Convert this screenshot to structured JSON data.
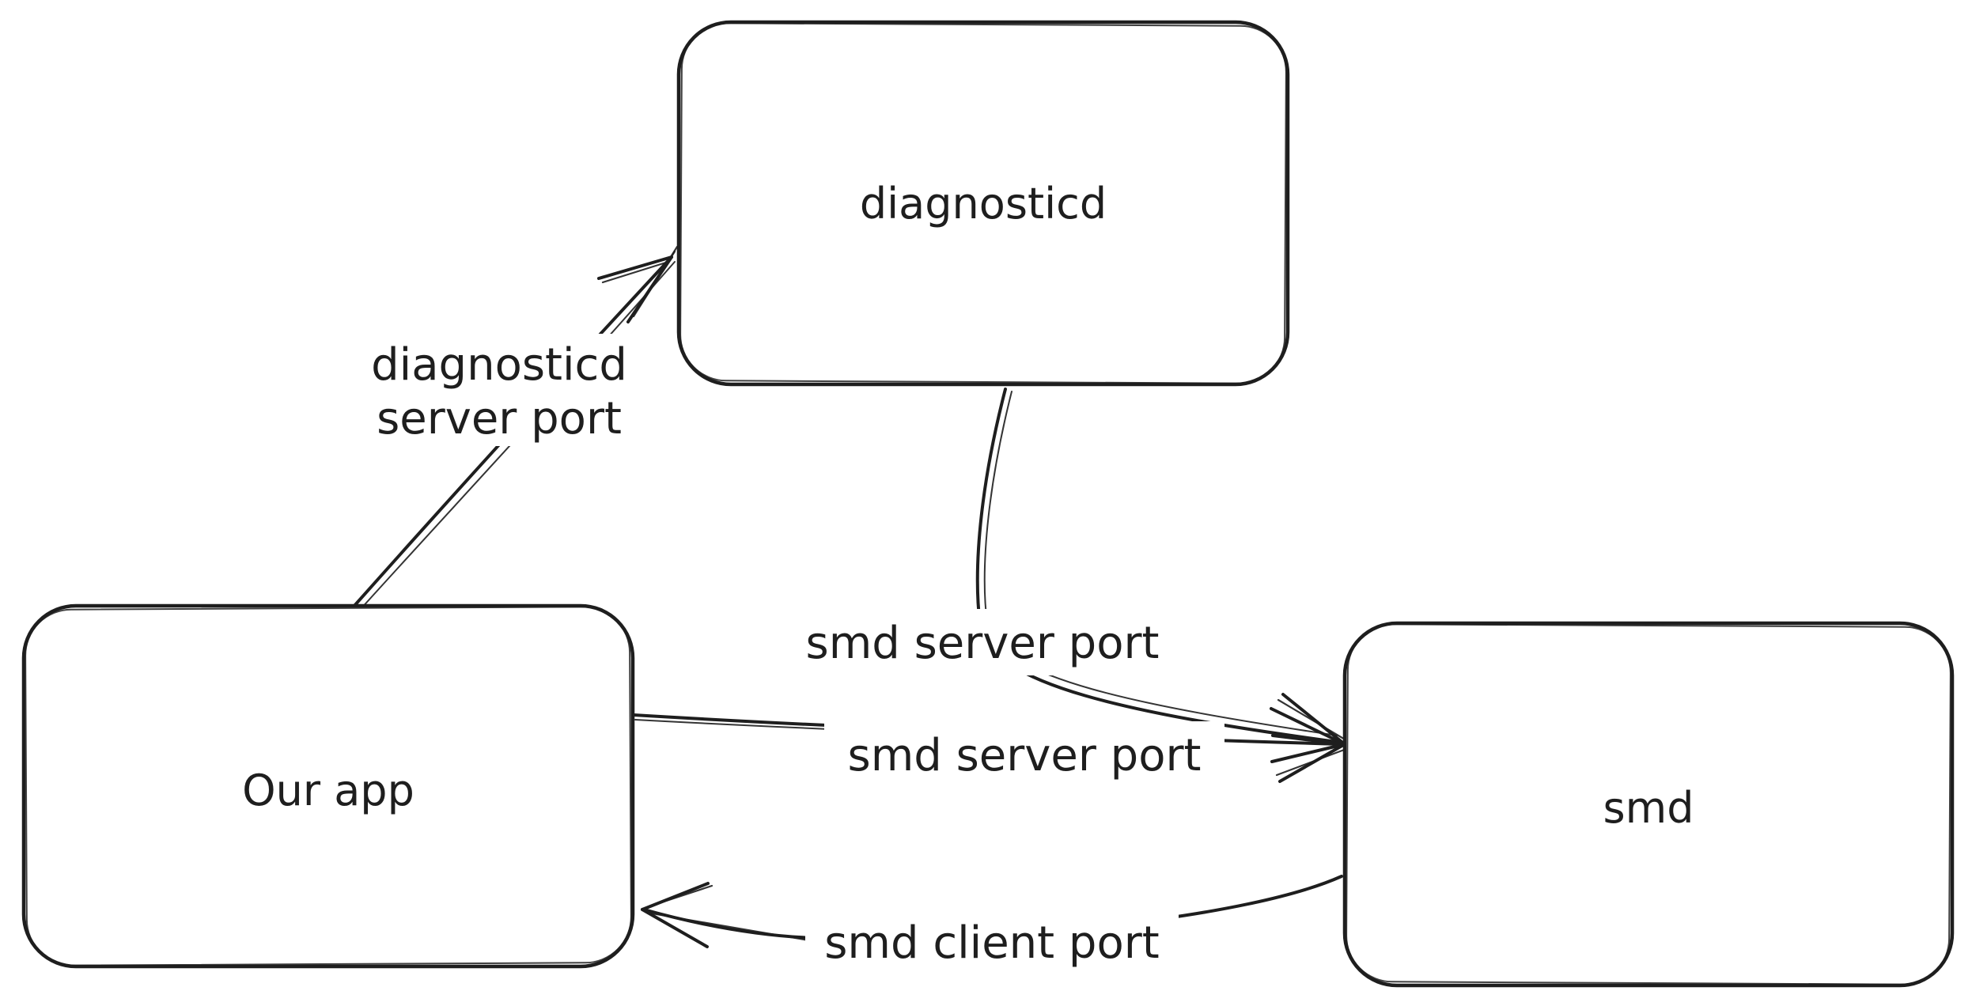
{
  "canvas": {
    "background": "#ffffff",
    "stroke_color": "#1e1e1e",
    "style": "hand-drawn whiteboard diagram"
  },
  "nodes": [
    {
      "id": "diagnosticd",
      "label": "diagnosticd"
    },
    {
      "id": "our-app",
      "label": "Our app"
    },
    {
      "id": "smd",
      "label": "smd"
    }
  ],
  "edges": [
    {
      "id": "our-app-to-diagnosticd",
      "from": "Our app",
      "to": "diagnosticd",
      "label_line1": "diagnosticd",
      "label_line2": "server port"
    },
    {
      "id": "diagnosticd-to-smd",
      "from": "diagnosticd",
      "to": "smd",
      "label": "smd server port"
    },
    {
      "id": "our-app-to-smd",
      "from": "Our app",
      "to": "smd",
      "label": "smd server port"
    },
    {
      "id": "smd-to-our-app",
      "from": "smd",
      "to": "Our app",
      "label": "smd client port"
    }
  ]
}
